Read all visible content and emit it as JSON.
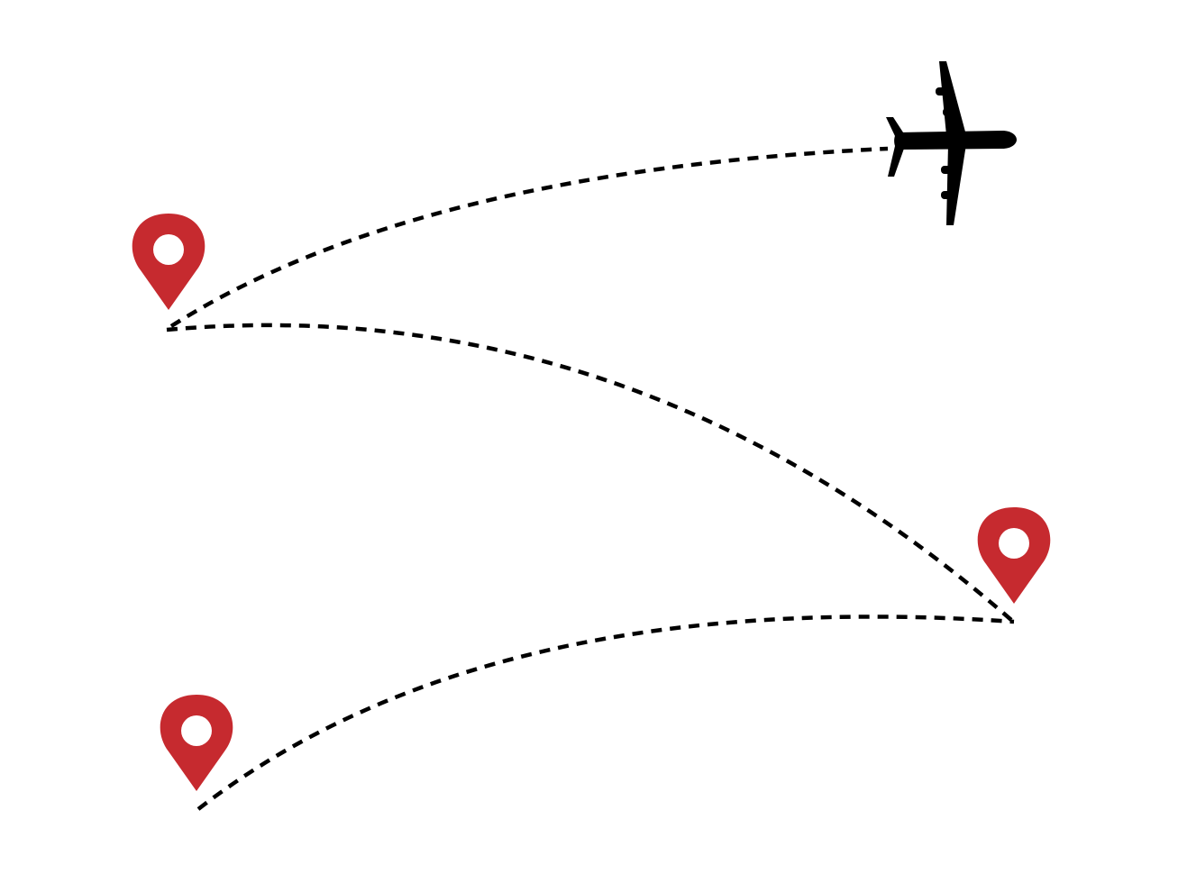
{
  "colors": {
    "background": "#ffffff",
    "route": "#000000",
    "pin": "#c62a2f",
    "pin_hole": "#ffffff",
    "airplane": "#000000"
  },
  "icons": {
    "pins": [
      "map-pin-icon",
      "map-pin-icon",
      "map-pin-icon"
    ],
    "vehicle": "airplane-icon"
  },
  "route": {
    "style": "dashed",
    "legs": 3,
    "stops": 3
  }
}
